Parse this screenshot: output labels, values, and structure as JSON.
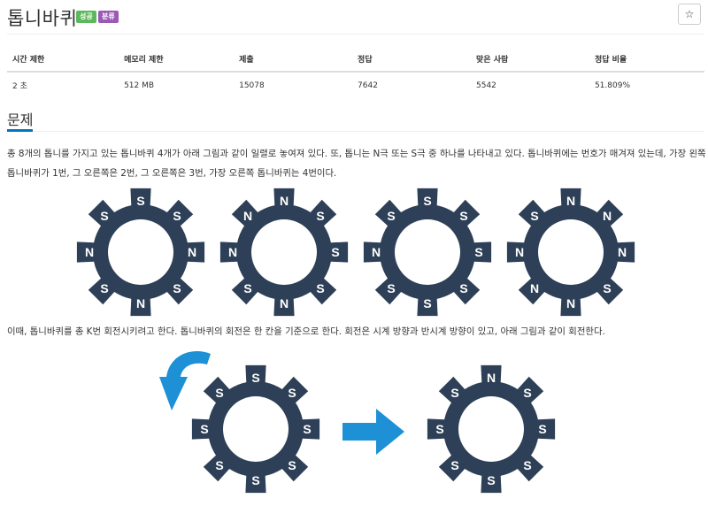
{
  "header": {
    "title": "톱니바퀴",
    "badge_success": "성공",
    "badge_category": "분류",
    "star_icon": "☆"
  },
  "info_table": {
    "headers": [
      "시간 제한",
      "메모리 제한",
      "제출",
      "정답",
      "맞은 사람",
      "정답 비율"
    ],
    "values": [
      "2 초",
      "512 MB",
      "15078",
      "7642",
      "5542",
      "51.809%"
    ]
  },
  "section": {
    "title": "문제"
  },
  "problem": {
    "paragraph1": "총 8개의 톱니를 가지고 있는 톱니바퀴 4개가 아래 그림과 같이 일렬로 놓여져 있다. 또, 톱니는 N극 또는 S극 중 하나를 나타내고 있다. 톱니바퀴에는 번호가 매겨져 있는데, 가장 왼쪽 톱니바퀴가 1번, 그 오른쪽은 2번, 그 오른쪽은 3번, 가장 오른쪽 톱니바퀴는 4번이다.",
    "paragraph2": "이때, 톱니바퀴를 총 K번 회전시키려고 한다. 톱니바퀴의 회전은 한 칸을 기준으로 한다. 회전은 시계 방향과 반시계 방향이 있고, 아래 그림과 같이 회전한다."
  },
  "figures": {
    "gear_color": "#2e4057",
    "arrow_color": "#1e90d6",
    "gears_row": [
      [
        "S",
        "S",
        "N",
        "S",
        "N",
        "S",
        "N",
        "S"
      ],
      [
        "N",
        "S",
        "S",
        "S",
        "N",
        "S",
        "N",
        "N"
      ],
      [
        "S",
        "S",
        "S",
        "S",
        "S",
        "S",
        "N",
        "S"
      ],
      [
        "N",
        "N",
        "N",
        "S",
        "N",
        "N",
        "N",
        "S"
      ]
    ],
    "rotation_before": [
      "S",
      "S",
      "S",
      "S",
      "S",
      "S",
      "S",
      "S"
    ],
    "rotation_after": [
      "N",
      "S",
      "S",
      "S",
      "S",
      "S",
      "S",
      "S"
    ]
  }
}
